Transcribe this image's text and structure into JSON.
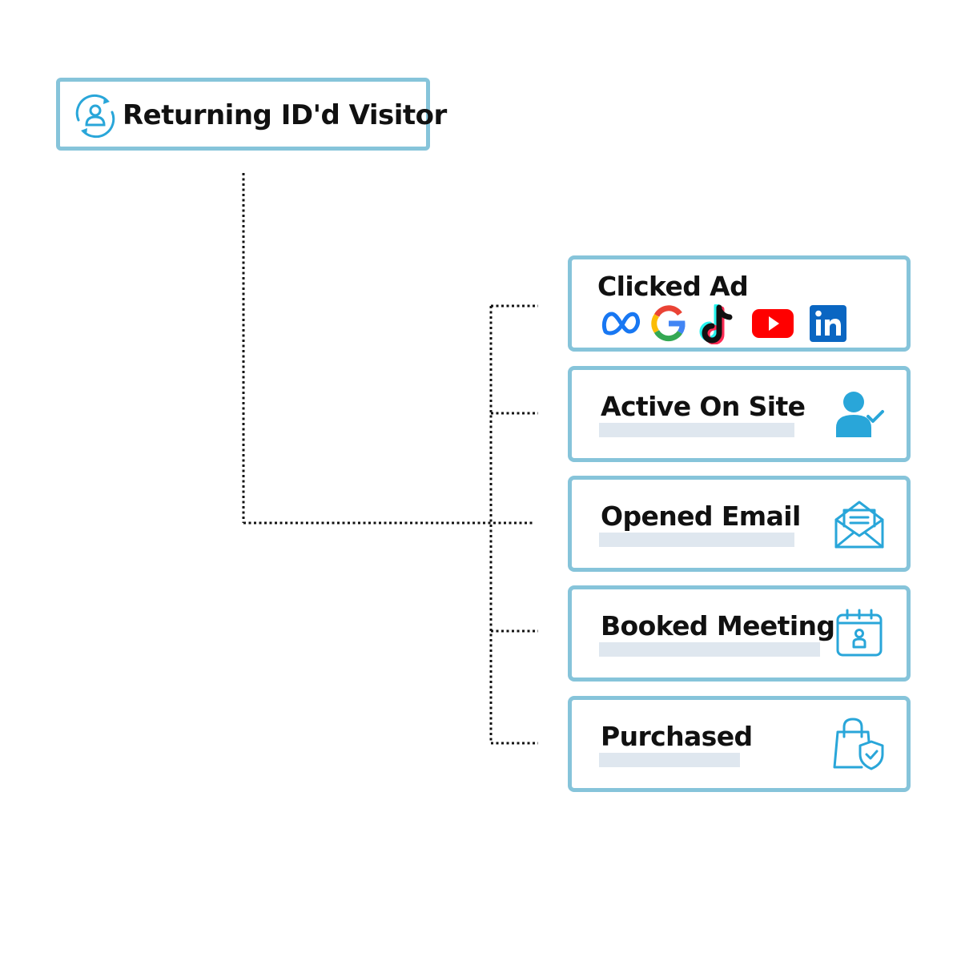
{
  "root": {
    "label": "Returning ID'd Visitor",
    "icon": "returning-user-icon"
  },
  "events": [
    {
      "id": "clicked-ad",
      "title": "Clicked Ad",
      "logos": [
        "meta-logo-icon",
        "google-logo-icon",
        "tiktok-logo-icon",
        "youtube-logo-icon",
        "linkedin-logo-icon"
      ]
    },
    {
      "id": "active-on-site",
      "title": "Active On Site",
      "icon": "user-check-icon"
    },
    {
      "id": "opened-email",
      "title": "Opened Email",
      "icon": "open-envelope-icon"
    },
    {
      "id": "booked-meeting",
      "title": "Booked Meeting",
      "icon": "calendar-person-icon"
    },
    {
      "id": "purchased",
      "title": "Purchased",
      "icon": "shopping-bag-shield-icon"
    }
  ],
  "colors": {
    "border": "#86c4da",
    "icon_blue": "#29a6d9",
    "highlight": "#dfe7ef",
    "connector": "#111111"
  }
}
